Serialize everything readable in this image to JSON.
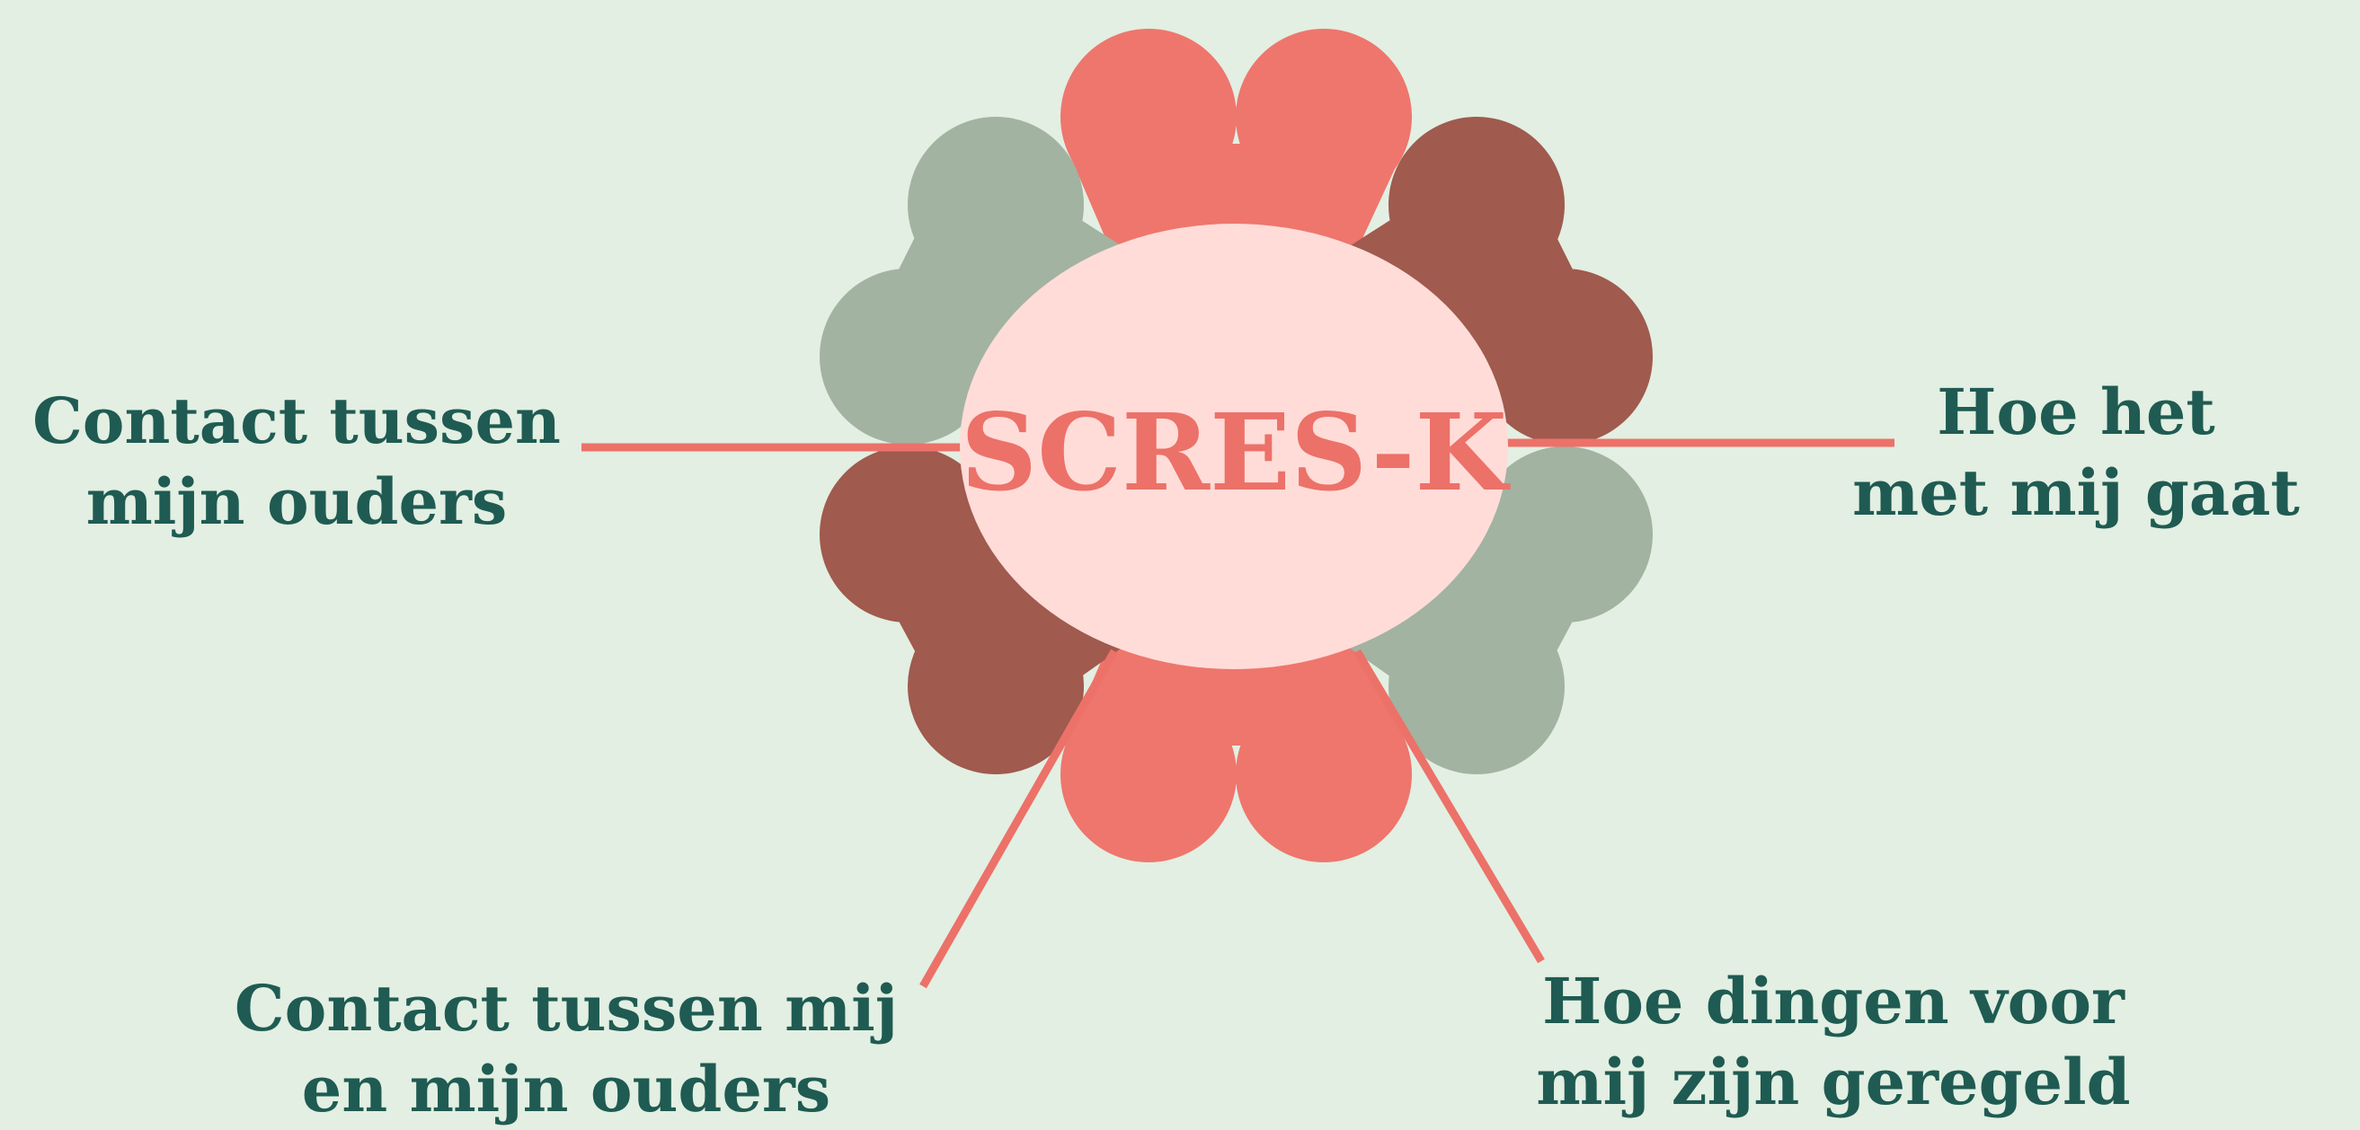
{
  "center": {
    "title": "SCRES-K"
  },
  "labels": {
    "top_left": {
      "line1": "Contact tussen",
      "line2": "mijn ouders"
    },
    "top_right": {
      "line1": "Hoe het",
      "line2": "met mij gaat"
    },
    "bottom_left": {
      "line1": "Contact tussen mij",
      "line2": "en mijn ouders"
    },
    "bottom_right": {
      "line1": "Hoe dingen voor",
      "line2": "mij zijn geregeld"
    }
  },
  "colors": {
    "background": "#e2efe2",
    "coral_petal": "#ee766d",
    "dark_red_petal": "#a05a4e",
    "sage_petal": "#a2b3a1",
    "center_fill": "#ffdcd8",
    "center_text": "#ec7169",
    "label_text": "#1f5b52",
    "connector_line": "#ec7169"
  }
}
